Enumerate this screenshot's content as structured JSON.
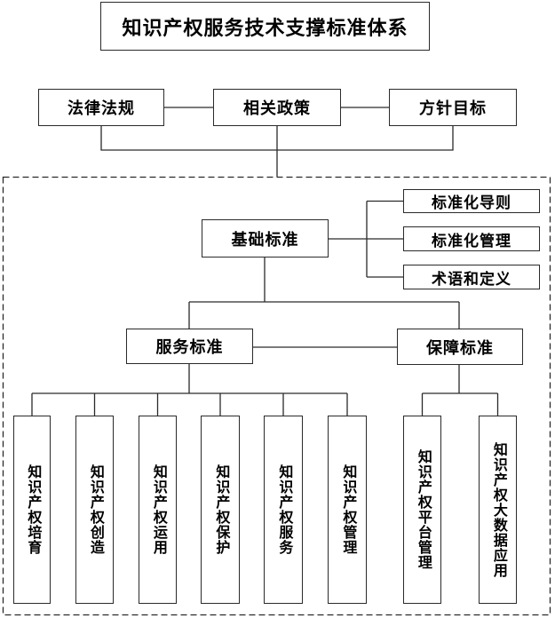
{
  "title": "知识产权服务技术支撑标准体系",
  "external_layer": {
    "laws": {
      "label": "法律法规"
    },
    "policies": {
      "label": "相关政策"
    },
    "goals": {
      "label": "方针目标"
    }
  },
  "standard_system": {
    "base_standard": {
      "label": "基础标准",
      "children": [
        {
          "label": "标准化导则"
        },
        {
          "label": "标准化管理"
        },
        {
          "label": "术语和定义"
        }
      ]
    },
    "service_standard": {
      "label": "服务标准",
      "children": [
        {
          "label": "知识产权培育"
        },
        {
          "label": "知识产权创造"
        },
        {
          "label": "知识产权运用"
        },
        {
          "label": "知识产权保护"
        },
        {
          "label": "知识产权服务"
        },
        {
          "label": "知识产权管理"
        }
      ]
    },
    "guarantee_standard": {
      "label": "保障标准",
      "children": [
        {
          "label": "知识产权平台管理"
        },
        {
          "label": "知识产权大数据应用"
        }
      ]
    }
  }
}
